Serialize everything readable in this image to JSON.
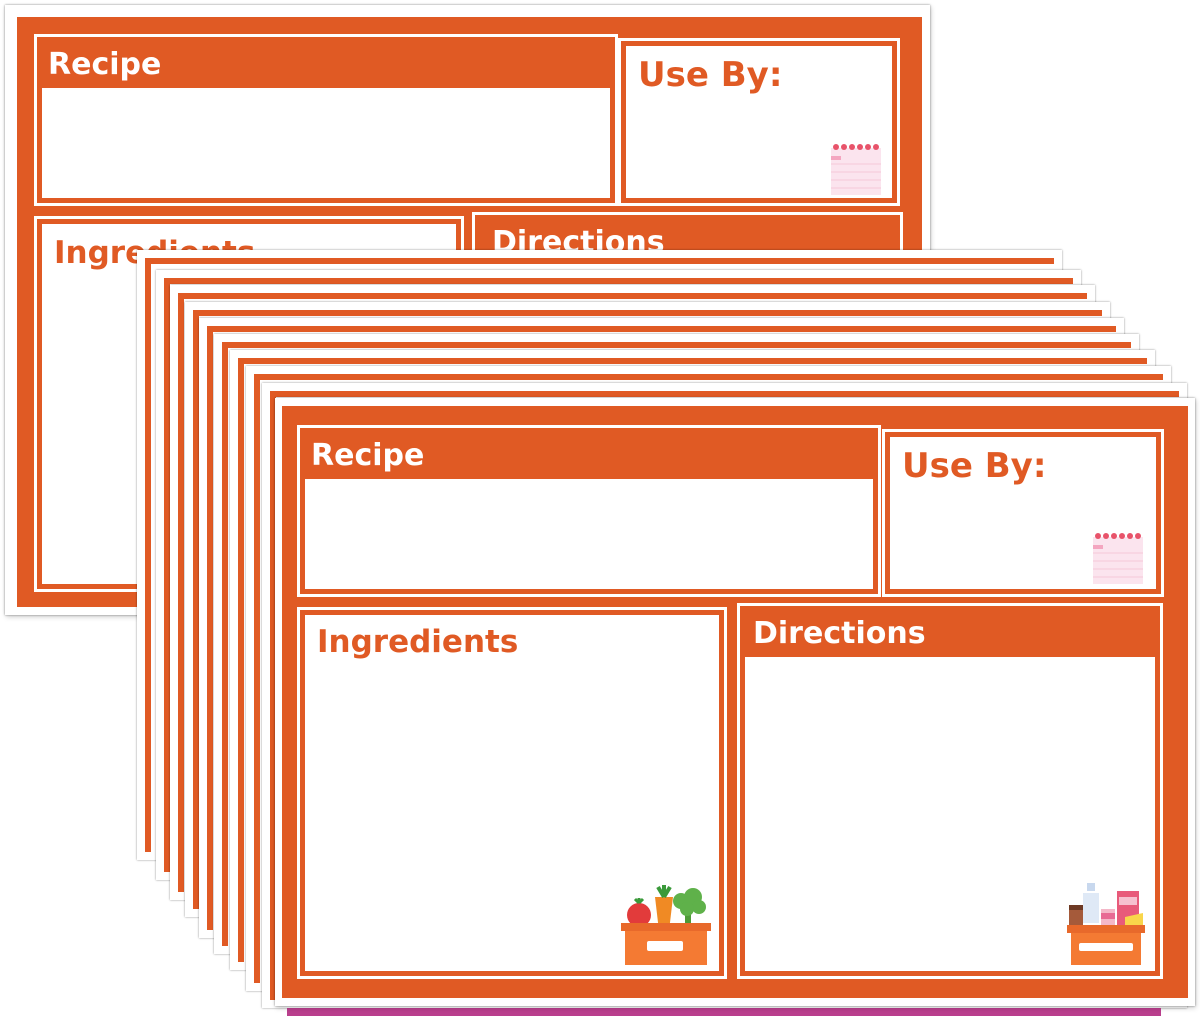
{
  "colors": {
    "accent": "#e05a24",
    "paper": "#ffffff",
    "strip": "#b93f8d"
  },
  "back_card": {
    "recipe_label": "Recipe",
    "use_by_label": "Use By:",
    "ingredients_label": "Ingredients",
    "directions_label": "Directions",
    "icons": [
      "calendar-icon"
    ]
  },
  "front_card": {
    "recipe_label": "Recipe",
    "use_by_label": "Use By:",
    "ingredients_label": "Ingredients",
    "directions_label": "Directions",
    "icons": [
      "calendar-icon",
      "vegetable-crate-icon",
      "groceries-box-icon"
    ]
  }
}
